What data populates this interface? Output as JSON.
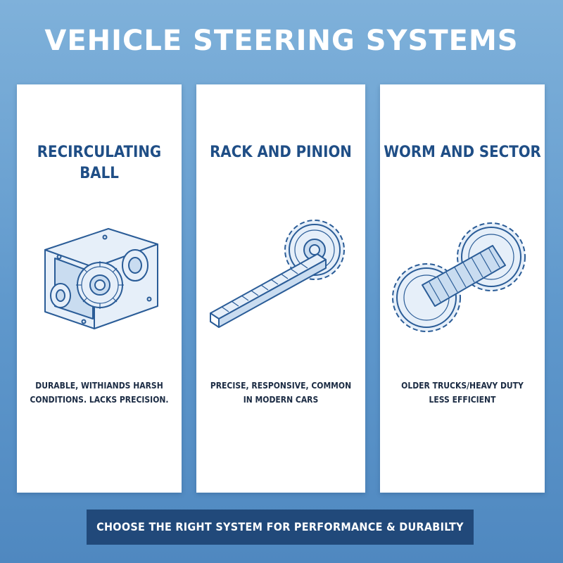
{
  "header": {
    "title": "VEHICLE STEERING SYSTEMS"
  },
  "cards": [
    {
      "title_lines": [
        "RECIRCULATING",
        "BALL"
      ],
      "description_lines": [
        "DURABLE, WITHIANDS HARSH",
        "CONDITIONS. LACKS PRECISION."
      ],
      "icon": "recirculating-ball-gearbox-icon"
    },
    {
      "title_lines": [
        "RACK AND PINION"
      ],
      "description_lines": [
        "PRECISE, RESPONSIVE, COMMON",
        "IN MODERN CARS"
      ],
      "icon": "rack-and-pinion-gear-icon"
    },
    {
      "title_lines": [
        "WORM AND SECTOR"
      ],
      "description_lines": [
        "OLDER TRUCKS/HEAVY DUTY",
        "LESS EFFICIENT"
      ],
      "icon": "worm-and-sector-gear-icon"
    }
  ],
  "footer": {
    "banner": "CHOOSE THE RIGHT SYSTEM FOR PERFORMANCE & DURABILTY"
  },
  "colors": {
    "accent": "#21497a",
    "title": "#1f4e86",
    "line": "#2a5c97",
    "background": "#5f98cc"
  }
}
